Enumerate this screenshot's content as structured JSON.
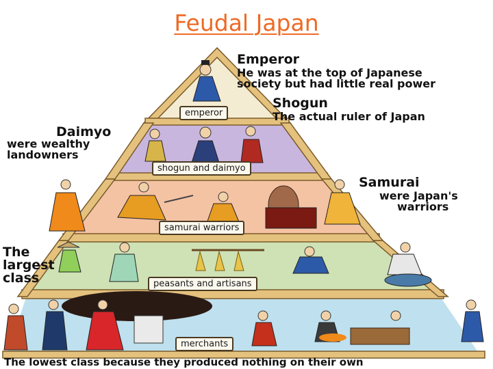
{
  "title": "Feudal Japan",
  "tiers": [
    {
      "label": "emperor",
      "fill": "#f4ecd2"
    },
    {
      "label": "shogun and daimyo",
      "fill": "#c9b6de"
    },
    {
      "label": "samurai warriors",
      "fill": "#f4c3a4"
    },
    {
      "label": "peasants and artisans",
      "fill": "#cfe2b5"
    },
    {
      "label": "merchants",
      "fill": "#bfe0ee"
    }
  ],
  "captions": {
    "emperor": {
      "heading": "Emperor",
      "line1": "He was at the top of Japanese",
      "line2": "society but had little real power"
    },
    "shogun": {
      "heading": "Shogun",
      "line1": "The actual ruler of Japan"
    },
    "daimyo": {
      "heading": "Daimyo",
      "line1": "were wealthy",
      "line2": "landowners"
    },
    "samurai": {
      "heading": "Samurai",
      "line1": "were Japan's",
      "line2": "warriors"
    },
    "peasants": {
      "line1": "The",
      "line2": "largest",
      "line3": "class"
    },
    "merchants": {
      "line1": "The lowest class because they produced nothing on their own"
    }
  },
  "colors": {
    "frame": "#e4c27e",
    "frame_edge": "#7a5a2a",
    "title": "#ee6a24"
  }
}
